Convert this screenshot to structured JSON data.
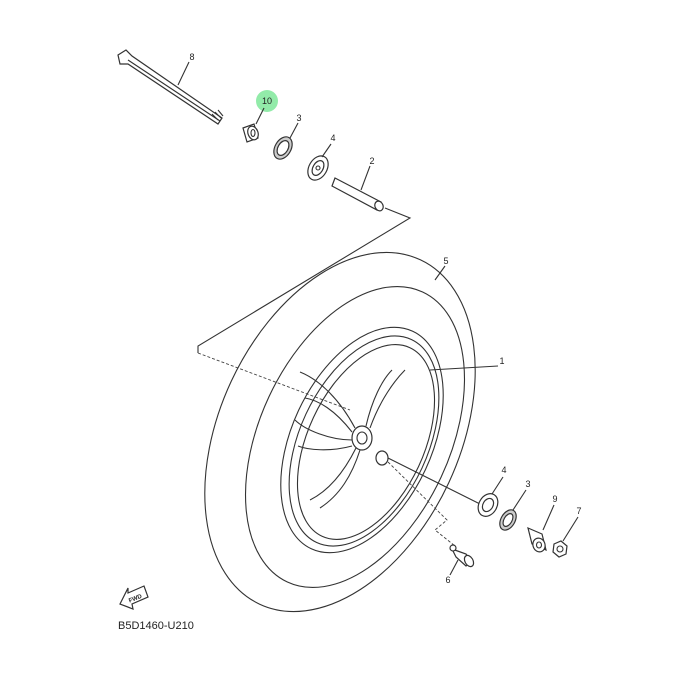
{
  "diagram": {
    "code": "B5D1460-U210",
    "fwd_label": "FWD",
    "highlight_color": "#7fe89a",
    "callouts": {
      "axle": "8",
      "collar_top": "10",
      "oil_seal_top": "3",
      "bearing_top": "4",
      "spacer": "2",
      "tire": "5",
      "wheel": "1",
      "bearing_bottom": "4",
      "oil_seal_bottom": "3",
      "collar_bottom": "9",
      "nut": "7",
      "valve": "6"
    }
  }
}
